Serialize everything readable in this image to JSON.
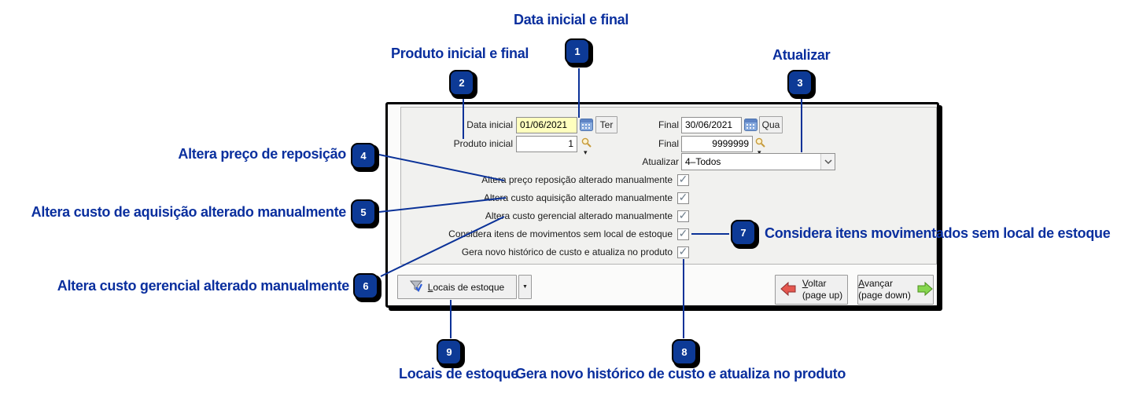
{
  "callouts": [
    {
      "num": "1",
      "label": "Data inicial e final"
    },
    {
      "num": "2",
      "label": "Produto inicial e final"
    },
    {
      "num": "3",
      "label": "Atualizar"
    },
    {
      "num": "4",
      "label": "Altera preço de reposição"
    },
    {
      "num": "5",
      "label": "Altera custo de aquisição alterado manualmente"
    },
    {
      "num": "6",
      "label": "Altera custo gerencial alterado manualmente"
    },
    {
      "num": "7",
      "label": "Considera itens movimentados sem local de estoque"
    },
    {
      "num": "8",
      "label": "Gera novo histórico de custo e atualiza no produto"
    },
    {
      "num": "9",
      "label": "Locais de estoque"
    }
  ],
  "dialog": {
    "fields": {
      "data_inicial": {
        "label": "Data inicial",
        "value": "01/06/2021",
        "weekday": "Ter"
      },
      "data_final": {
        "label": "Final",
        "value": "30/06/2021",
        "weekday": "Qua"
      },
      "produto_inicial": {
        "label": "Produto inicial",
        "value": "1"
      },
      "produto_final": {
        "label": "Final",
        "value": "9999999"
      },
      "atualizar": {
        "label": "Atualizar",
        "value": "4–Todos"
      }
    },
    "checkboxes": [
      {
        "label": "Altera preço reposição alterado manualmente",
        "checked": true
      },
      {
        "label": "Altera custo aquisição alterado manualmente",
        "checked": true
      },
      {
        "label": "Altera custo gerencial alterado manualmente",
        "checked": true
      },
      {
        "label": "Considera itens de movimentos sem local de estoque",
        "checked": true
      },
      {
        "label": "Gera novo histórico de custo e atualiza no produto",
        "checked": true
      }
    ],
    "buttons": {
      "locais": {
        "mnemonic": "L",
        "rest": "ocais de estoque"
      },
      "voltar": {
        "mnemonic": "V",
        "rest": "oltar",
        "sub": "(page up)"
      },
      "avancar": {
        "mnemonic": "A",
        "rest": "vançar",
        "sub": "(page down)"
      }
    }
  },
  "icons": {
    "check": "✓",
    "dropdown_arrow": "▼",
    "spinner_triangle": "▾"
  },
  "colors": {
    "accent_navy": "#0a2f9e",
    "badge_fill": "#0d3a96",
    "highlight_yellow": "#ffffbe"
  }
}
